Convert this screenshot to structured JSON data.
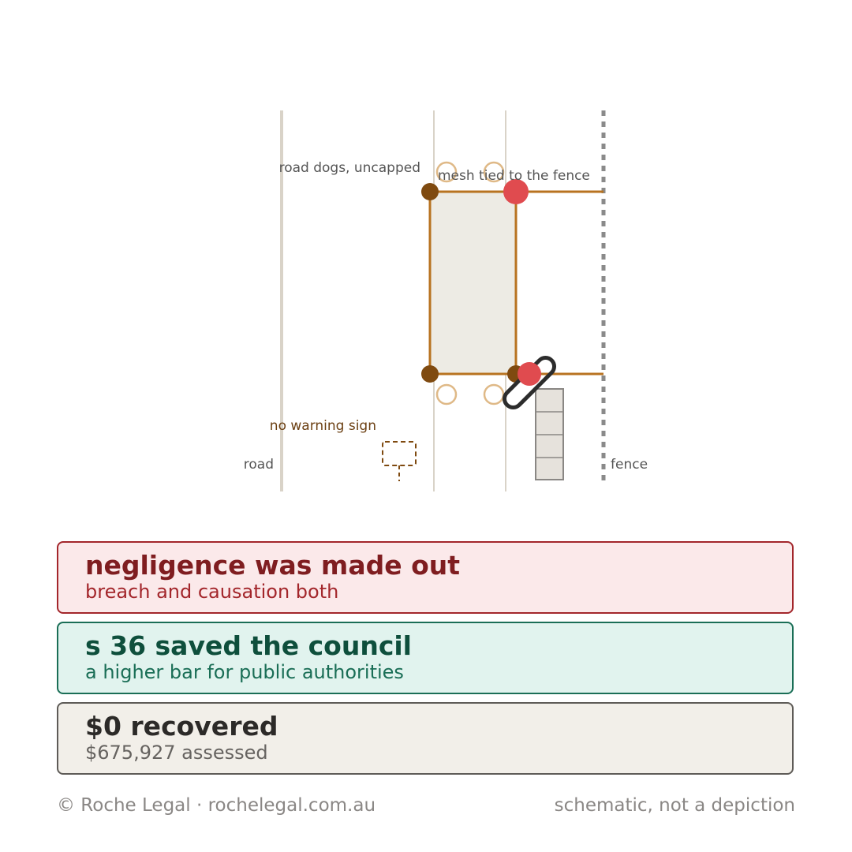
{
  "diagram": {
    "labels": {
      "road_dogs": "road dogs, uncapped",
      "mesh": "mesh tied to the fence",
      "warning_sign": "no warning sign",
      "road": "road",
      "fence": "fence"
    },
    "colors": {
      "rail": "#b87320",
      "hazard": "#e04b4f",
      "post": "#7f4a10",
      "dog_ring": "#dfb987",
      "pavement": "#d9d3c8",
      "fence": "#8a8a8a",
      "panel": "#edebe4"
    },
    "icons": [
      "clip-icon",
      "warning-sign-icon",
      "steps-icon"
    ]
  },
  "cards": {
    "negligence": {
      "title": "negligence was made out",
      "subtitle": "breach and causation both"
    },
    "s36": {
      "title": "s 36 saved the council",
      "subtitle": "a higher bar for public authorities"
    },
    "recovered": {
      "title": "$0 recovered",
      "subtitle": "$675,927 assessed"
    }
  },
  "footer": {
    "copyright": "© Roche Legal · rochelegal.com.au",
    "disclaimer": "schematic, not a depiction"
  }
}
